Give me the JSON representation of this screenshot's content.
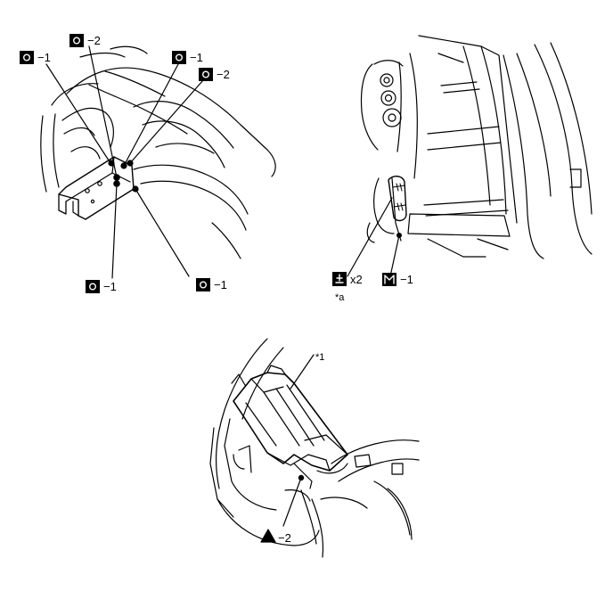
{
  "callouts": {
    "o1_topleft": {
      "symbol": "O",
      "text": "−1"
    },
    "o2_top": {
      "symbol": "O",
      "text": "−2"
    },
    "o1_topright": {
      "symbol": "O",
      "text": "−1"
    },
    "o2_right": {
      "symbol": "O",
      "text": "−2"
    },
    "o1_bottomleft": {
      "symbol": "O",
      "text": "−1"
    },
    "o1_bottomright": {
      "symbol": "O",
      "text": "−1"
    },
    "weld_x2": {
      "symbol": "spot-weld",
      "text": "x2"
    },
    "note_a": {
      "text": "*a"
    },
    "m1": {
      "symbol": "M",
      "text": "−1"
    },
    "part_1": {
      "text": "*1"
    },
    "i2": {
      "symbol": "warning-triangle",
      "text": "−2"
    }
  }
}
